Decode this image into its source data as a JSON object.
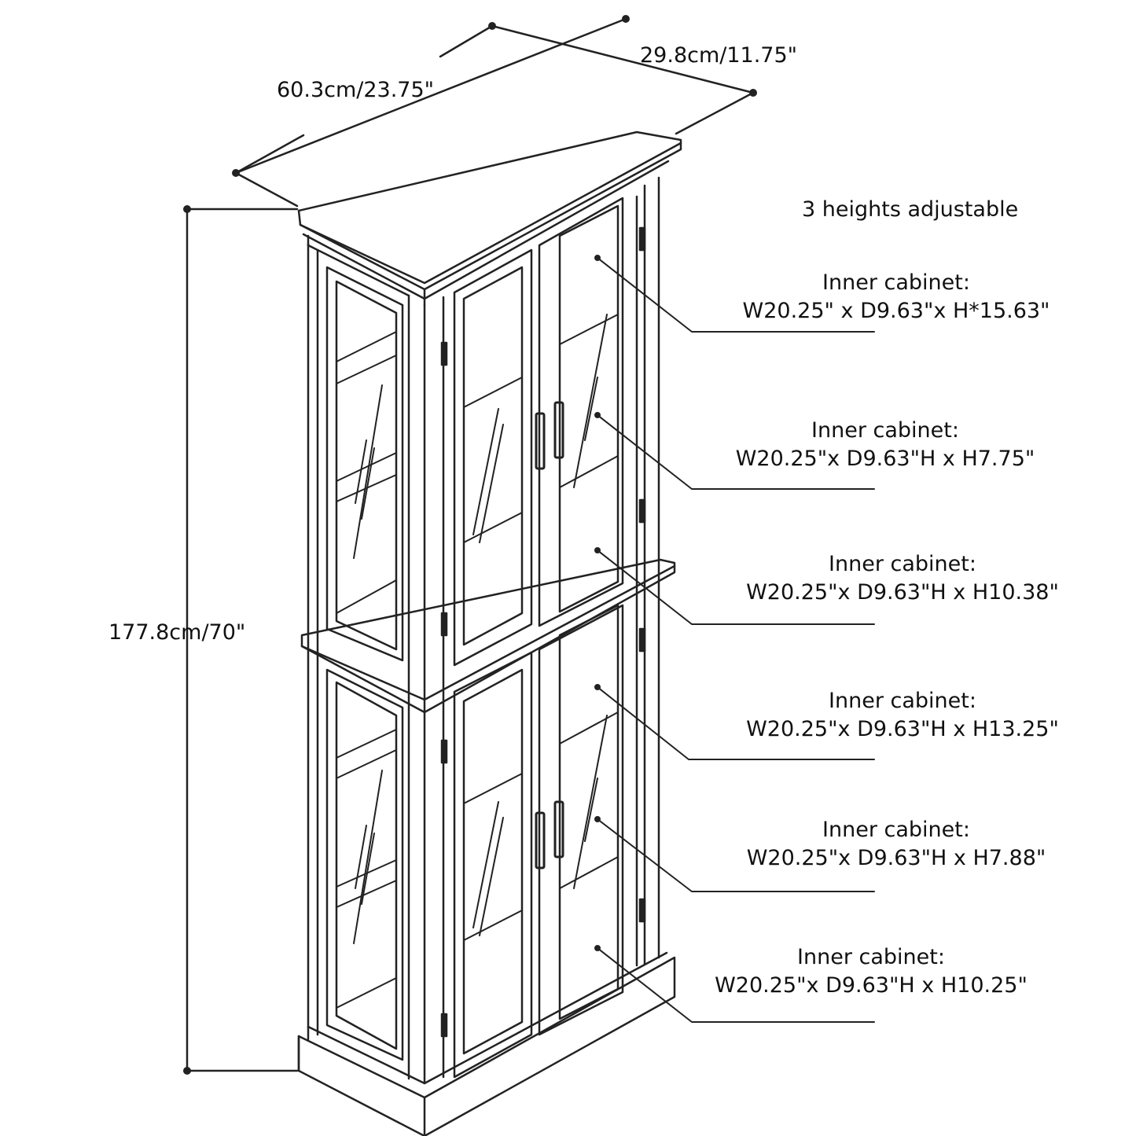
{
  "dimensions": {
    "depth": "29.8cm/11.75\"",
    "width": "60.3cm/23.75\"",
    "height": "177.8cm/70\""
  },
  "note": "3 heights adjustable",
  "compartments": [
    {
      "title": "Inner cabinet:",
      "spec": "W20.25\" x D9.63\"x H*15.63\""
    },
    {
      "title": "Inner cabinet:",
      "spec": "W20.25\"x D9.63\"H x H7.75\""
    },
    {
      "title": "Inner cabinet:",
      "spec": "W20.25\"x D9.63\"H x H10.38\""
    },
    {
      "title": "Inner cabinet:",
      "spec": "W20.25\"x D9.63\"H x H13.25\""
    },
    {
      "title": "Inner cabinet:",
      "spec": "W20.25\"x D9.63\"H x H7.88\""
    },
    {
      "title": "Inner cabinet:",
      "spec": "W20.25\"x D9.63\"H x H10.25\""
    }
  ]
}
